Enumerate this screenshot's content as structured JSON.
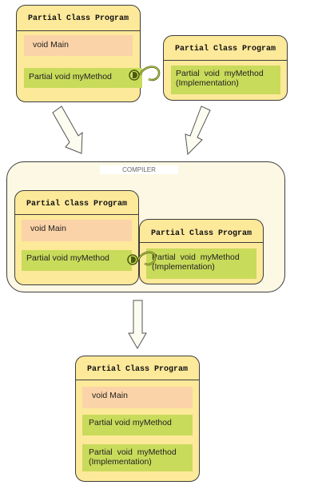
{
  "box1": {
    "title": "Partial Class Program",
    "slot_main": "void Main",
    "slot_method": "Partial void myMethod"
  },
  "box2": {
    "title": "Partial Class Program",
    "slot_impl": "Partial  void  myMethod\n(Implementation)"
  },
  "compiler": {
    "label": "COMPILER",
    "box3": {
      "title": "Partial Class Program",
      "slot_main": "void Main",
      "slot_method": "Partial void myMethod"
    },
    "box4": {
      "title": "Partial Class Program",
      "slot_impl": "Partial  void  myMethod\n(Implementation)"
    }
  },
  "result": {
    "title": "Partial Class Program",
    "slot_main": "void Main",
    "slot_method": "Partial void myMethod",
    "slot_impl": "Partial  void  myMethod\n(Implementation)"
  },
  "colors": {
    "box_fill": "#fde99a",
    "compiler_fill": "#fdf8e4",
    "slot_pink": "#fbd3a8",
    "slot_green": "#c9db5a",
    "connector": "#4a5a10",
    "connector_fill": "#c9db5a",
    "outline": "#3d3d3d"
  }
}
